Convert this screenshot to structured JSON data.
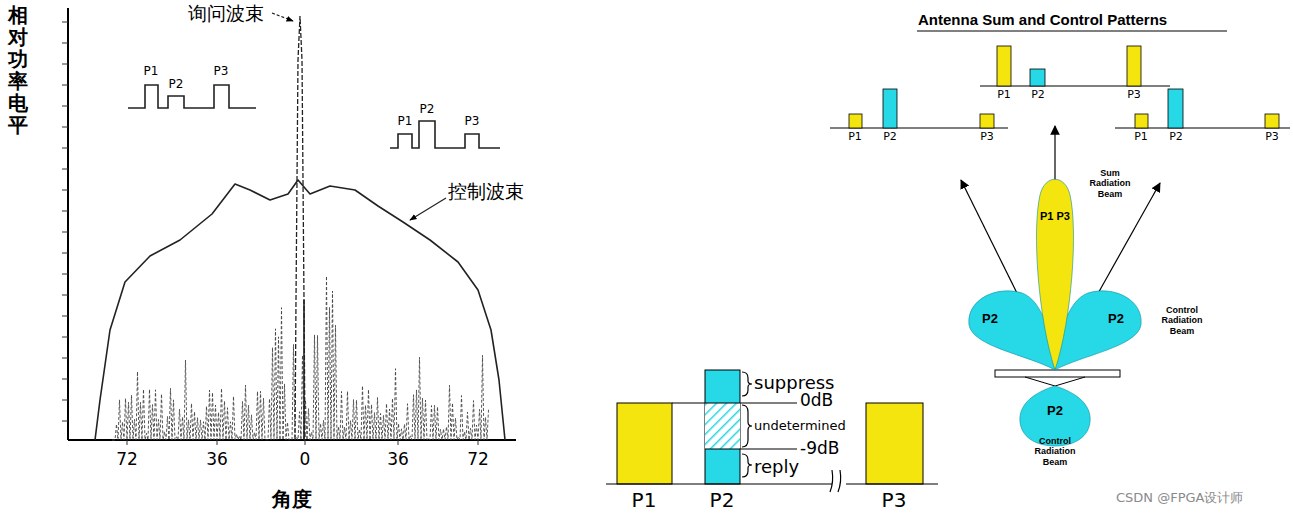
{
  "diagram": {
    "title": "Antenna Sum and Control Patterns",
    "nodes": [
      {
        "text": [
          "P2"
        ]
      },
      {
        "text": [
          "P1 P3",
          "Sum Radiation Beam"
        ]
      },
      {
        "text": [
          "P2",
          "Control Radiation Beam"
        ]
      },
      {
        "text": [
          "P2",
          "Control Radiation Beam"
        ]
      }
    ],
    "labels": [
      "相对功率电平",
      "询问波束",
      "控制波束",
      "P1",
      "P2",
      "P3",
      "P1",
      "P2",
      "P3",
      "72",
      "36",
      "0",
      "36",
      "72",
      "角度",
      "suppress",
      "0dB",
      "undetermined",
      "-9dB",
      "reply",
      "P1",
      "P2",
      "P3",
      "P1",
      "P2",
      "P3",
      "P1",
      "P2",
      "P3",
      "P1",
      "P2",
      "P3",
      "CSDN @FPGA设计师"
    ]
  }
}
